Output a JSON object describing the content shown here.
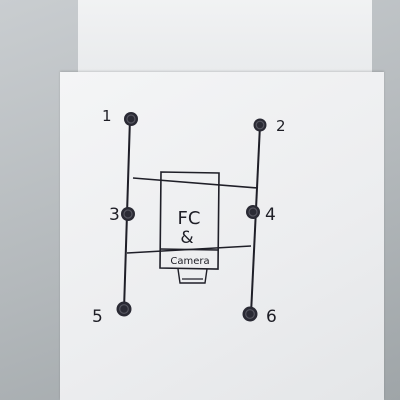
{
  "diagram": {
    "nodes": [
      {
        "id": "motor-1",
        "label": "1"
      },
      {
        "id": "motor-2",
        "label": "2"
      },
      {
        "id": "motor-3",
        "label": "3"
      },
      {
        "id": "motor-4",
        "label": "4"
      },
      {
        "id": "motor-5",
        "label": "5"
      },
      {
        "id": "motor-6",
        "label": "6"
      }
    ],
    "controller": {
      "line1": "FC",
      "line2": "&"
    },
    "camera_label": "Camera"
  }
}
